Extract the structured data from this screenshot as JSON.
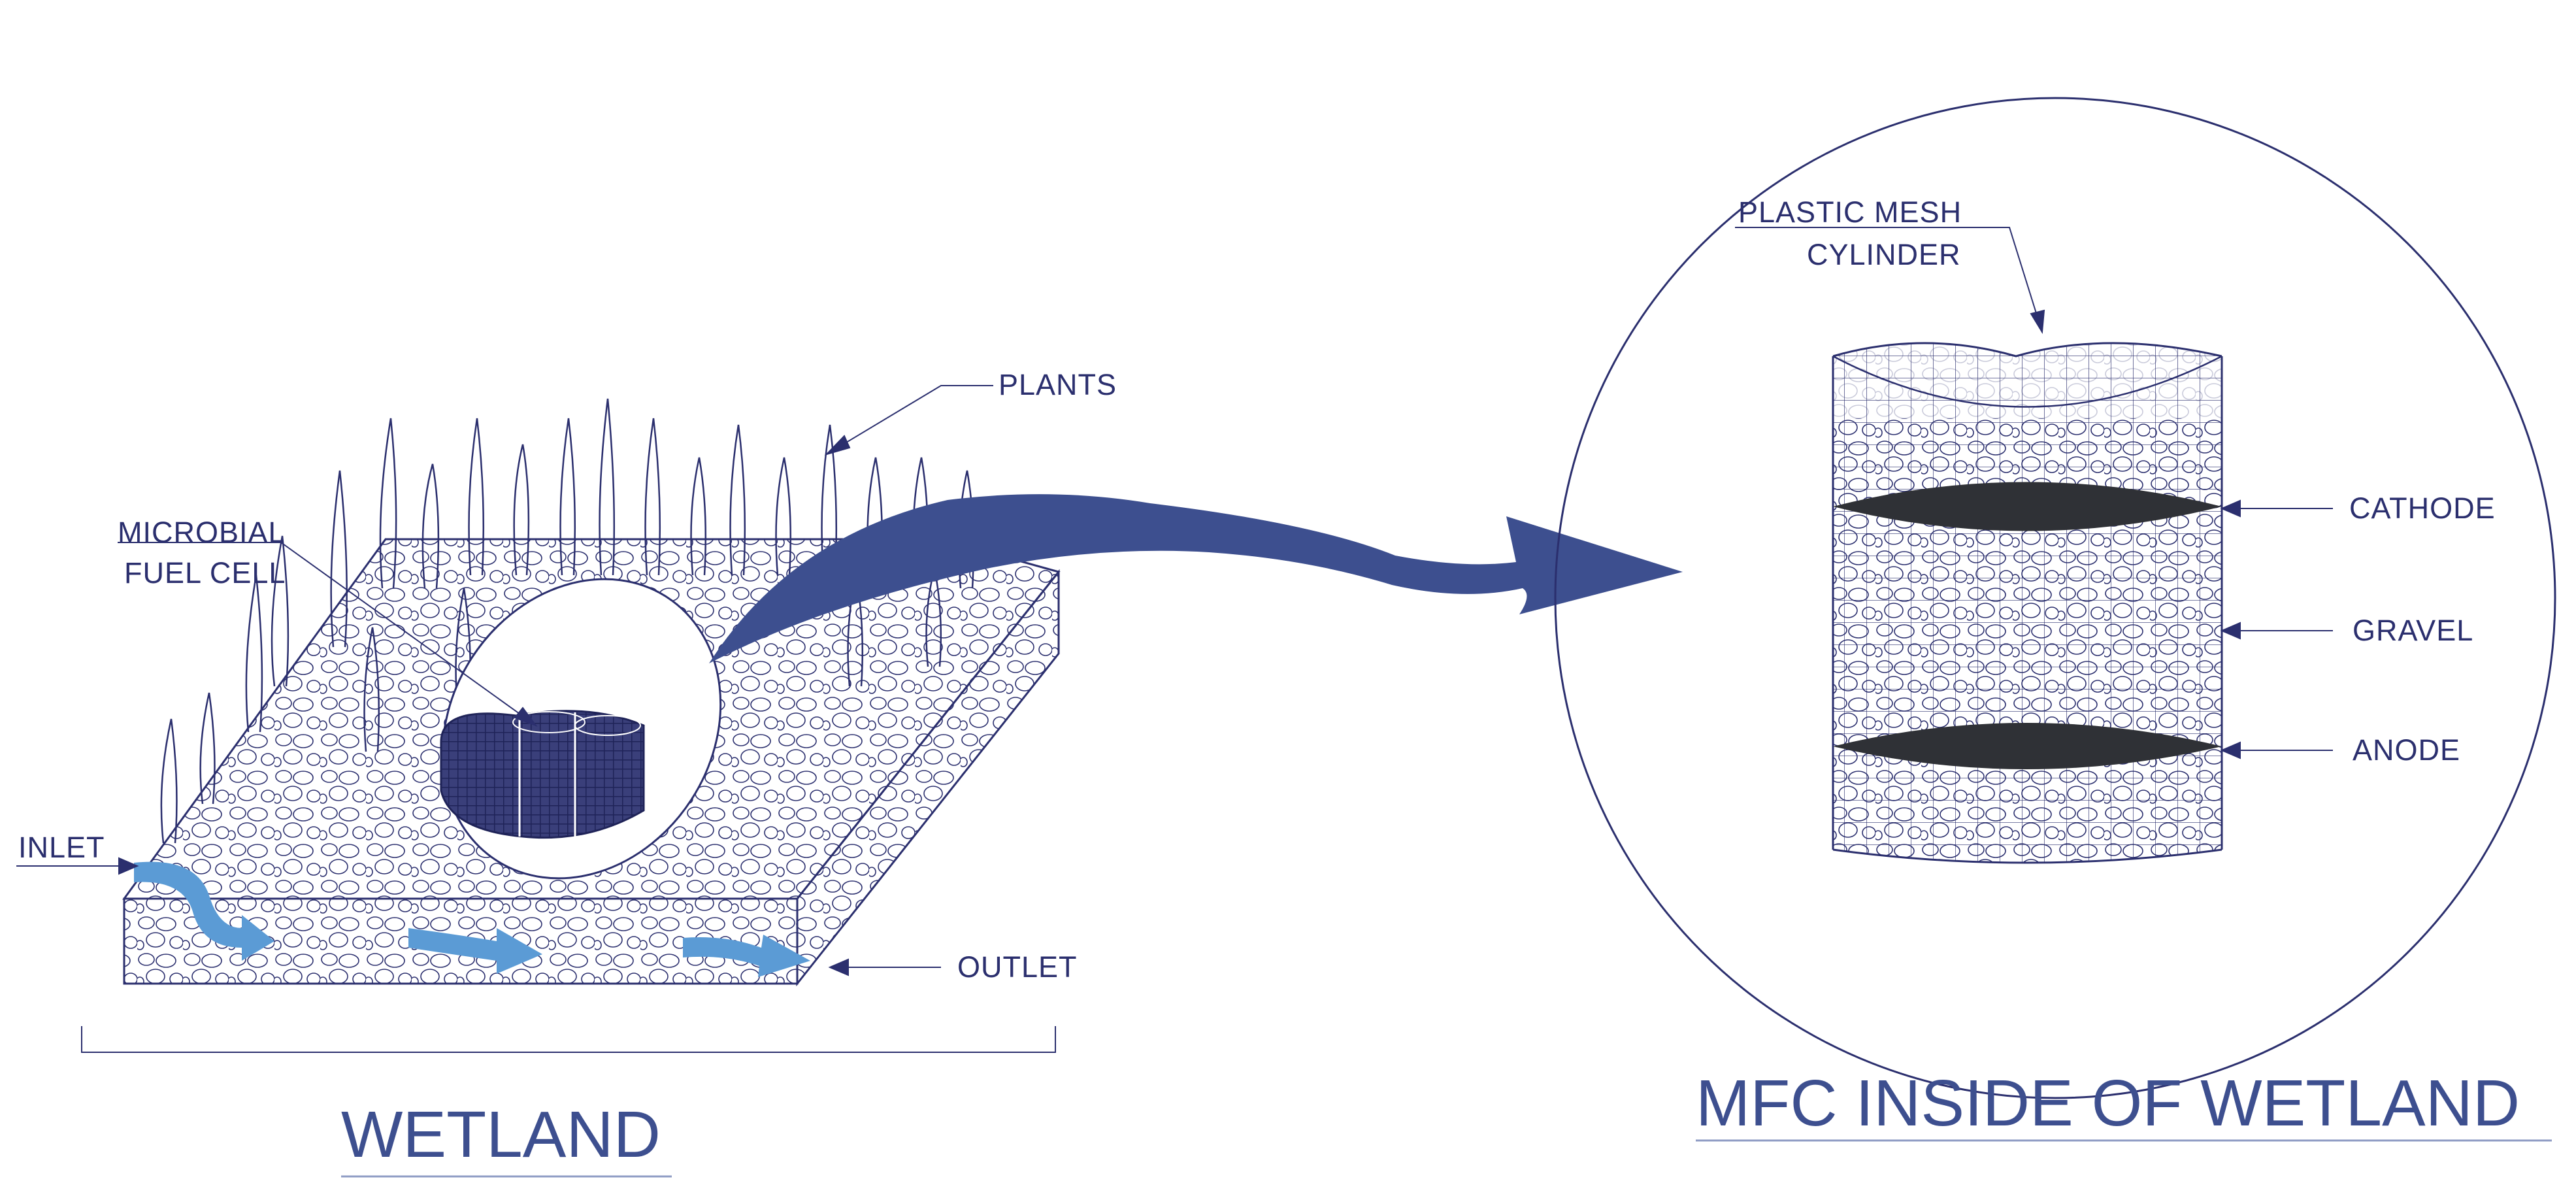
{
  "labels": {
    "plants": "PLANTS",
    "microbial_1": "MICROBIAL",
    "microbial_2": "FUEL CELL",
    "inlet": "INLET",
    "outlet": "OUTLET",
    "mesh_1": "PLASTIC MESH",
    "mesh_2": "CYLINDER",
    "cathode": "CATHODE",
    "gravel": "GRAVEL",
    "anode": "ANODE"
  },
  "titles": {
    "wetland": "WETLAND",
    "mfc": "MFC INSIDE OF WETLAND"
  },
  "colors": {
    "line": "#2b2f6e",
    "arrow": "#3d4f8f",
    "flow": "#5b9bd5",
    "electrode": "#2f3136"
  }
}
